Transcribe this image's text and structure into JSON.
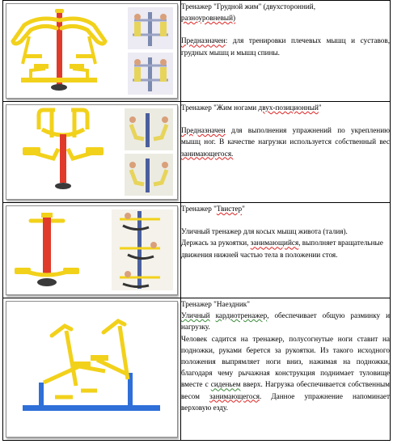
{
  "rows": [
    {
      "title_prefix": "Тренажер \"Грудной жим\" (двухсторонний,",
      "title_line2": "разноуровневый)",
      "purpose_label": "Предназначен",
      "purpose_text": "для тренировки плечевых мышц и суставов, грудных мышц и мышц спины."
    },
    {
      "title_a": "Тренажер \"Жим ногами ",
      "title_b": "двух-позиционный",
      "title_c": "\"",
      "purpose_label": "Предназначен",
      "purpose_text": "для выполнения упражнений по укреплению мышц ног. В качестве нагрузки используется собственный вес",
      "purpose_end": "занимающегося."
    },
    {
      "title_a": "Тренажер \"",
      "title_b": "Твистер",
      "title_c": "\"",
      "line1": "Уличный тренажер для косых мышц живота (талия).",
      "line2a": "Держась за рукоятки,",
      "line2b": "занимающийся",
      "line2c": ", выполняет вращательные движения нижней частью тела в положении стоя."
    },
    {
      "title": "Тренажер \"Наездник\"",
      "p1a": "Уличный",
      "p1b": "кардиотренажер",
      "p1c": ", обеспечивает общую разминку и нагрузку.",
      "p2a": "Человек садится на тренажер, полусогнутые ноги ставит на подножки, руками берется за рукоятки. Из такого исходного положения выпрямляет ноги вниз, нажимая на подножки, благодаря чему рычажная конструкция поднимает туловище вместе с",
      "p2b": "сиденьем",
      "p2c": " вверх. Нагрузка обеспечивается собственным весом",
      "p2d": "занимающегося",
      "p2e": ". Данное упражнение напоминает верховую езду."
    }
  ],
  "colors": {
    "frame_yellow": "#f2d11b",
    "post_red": "#e03a2b",
    "base_dark": "#3a3a3a",
    "blue_frame": "#2f6fd8"
  }
}
